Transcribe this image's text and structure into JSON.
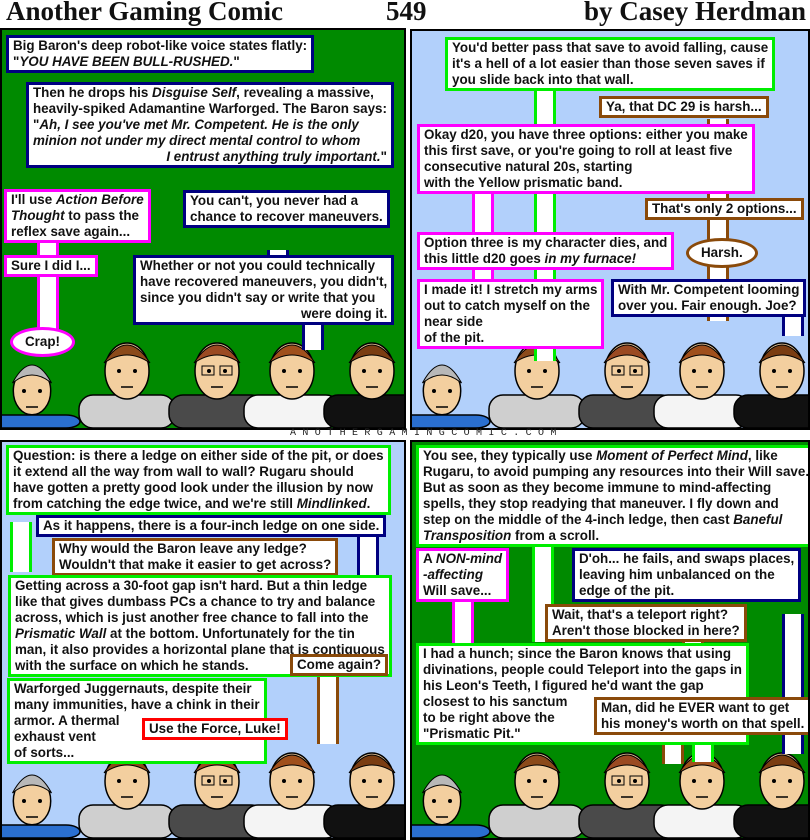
{
  "header": {
    "title": "Another Gaming Comic",
    "number": "549",
    "author": "by Casey Herdman"
  },
  "footer": {
    "site": "ANOTHERGAMINGCOMIC.COM"
  },
  "colors": {
    "navy": "#000080",
    "magenta": "#ff00ff",
    "lime": "#00ee00",
    "brown": "#8a4a0a",
    "red": "#ff0000",
    "panel_green": "#008a00",
    "panel_blue": "#b2d0fb"
  },
  "panels": [
    {
      "bubbles": [
        {
          "c": "navy",
          "lines": [
            "Big Baron's deep robot-like voice states flatly:",
            [
              {
                "t": "\""
              },
              {
                "t": "YOU HAVE BEEN BULL-RUSHED.",
                "i": 1
              },
              {
                "t": "\""
              }
            ]
          ]
        },
        {
          "c": "navy",
          "lines": [
            "Then he drops his ",
            [
              {
                "t": "Then he drops his "
              },
              {
                "t": "Disguise Self",
                "i": 1
              },
              {
                "t": ", revealing a massive,"
              }
            ],
            "heavily-spiked Adamantine Warforged. The Baron says:",
            [
              {
                "t": "\""
              },
              {
                "t": "Ah, I see you've met Mr. Competent. He is the only",
                "i": 1
              }
            ],
            [
              {
                "t": "minion not under my direct mental control to whom",
                "i": 1
              }
            ],
            [
              {
                "t": "I entrust anything truly important.",
                "i": 1
              },
              {
                "t": "\""
              }
            ]
          ],
          "skipFirst": true,
          "lastRight": true
        },
        {
          "c": "magenta",
          "lines": [
            [
              {
                "t": "I'll use "
              },
              {
                "t": "Action Before",
                "i": 1
              }
            ],
            [
              {
                "t": "Thought",
                "i": 1
              },
              {
                "t": " to pass the"
              }
            ],
            "reflex save again..."
          ]
        },
        {
          "c": "navy",
          "lines": [
            "You can't, you never had a",
            "chance to recover maneuvers."
          ]
        },
        {
          "c": "magenta",
          "lines": [
            "Sure I did I..."
          ]
        },
        {
          "c": "navy",
          "lines": [
            "Whether or not you could technically",
            "have recovered maneuvers, you didn't,",
            "since you didn't say or write that you",
            "were doing it."
          ],
          "lastRight": true
        },
        {
          "c": "magenta",
          "lines": [
            "Crap!"
          ],
          "oval": true
        }
      ]
    },
    {
      "bubbles": [
        {
          "c": "lime",
          "lines": [
            "You'd better pass that save to avoid falling, cause",
            "it's a hell of a lot easier than those seven saves if",
            "you slide back into that wall."
          ]
        },
        {
          "c": "brown",
          "lines": [
            "Ya, that DC 29 is harsh..."
          ]
        },
        {
          "c": "magenta",
          "lines": [
            "Okay d20, you have three options: either you make",
            "this first save, or you're going to roll at least five",
            "consecutive natural 20s, starting",
            "with the Yellow prismatic band."
          ]
        },
        {
          "c": "brown",
          "lines": [
            "That's only 2 options..."
          ]
        },
        {
          "c": "magenta",
          "lines": [
            "Option three is my character dies, and",
            [
              {
                "t": "this little d20 goes "
              },
              {
                "t": "in my furnace!",
                "i": 1
              }
            ]
          ]
        },
        {
          "c": "brown",
          "lines": [
            "Harsh."
          ],
          "oval": true
        },
        {
          "c": "magenta",
          "lines": [
            "I made it! I stretch my arms",
            "out to catch myself on the",
            "near side",
            "of the pit."
          ]
        },
        {
          "c": "navy",
          "lines": [
            "With Mr. Competent looming",
            "over you. Fair enough. Joe?"
          ]
        }
      ]
    },
    {
      "bubbles": [
        {
          "c": "lime",
          "lines": [
            "Question: is there a ledge on either side of the pit, or does",
            "it extend all the way from wall to wall? Rugaru should",
            "have gotten a pretty good look under the illusion by now",
            [
              {
                "t": "from catching the edge twice, and we're still "
              },
              {
                "t": "Mindlinked",
                "i": 1
              },
              {
                "t": "."
              }
            ]
          ]
        },
        {
          "c": "navy",
          "lines": [
            "As it happens, there is a four-inch ledge on one side."
          ]
        },
        {
          "c": "brown",
          "lines": [
            "Why would the Baron leave any ledge?",
            "Wouldn't that make it easier to get across?"
          ]
        },
        {
          "c": "lime",
          "lines": [
            "Getting across a 30-foot gap isn't hard. But a thin ledge",
            "like that gives dumbass PCs a chance to try and balance",
            "across, which is just another free chance to fall into the",
            [
              {
                "t": "Prismatic Wall",
                "i": 1
              },
              {
                "t": " at the bottom. Unfortunately for the tin"
              }
            ],
            "man, it also provides a horizontal plane that is contiguous",
            "with the surface on which he stands."
          ]
        },
        {
          "c": "brown",
          "lines": [
            "Come again?"
          ]
        },
        {
          "c": "lime",
          "lines": [
            "Warforged Juggernauts, despite their",
            "many immunities, have a chink in their",
            "armor. A thermal",
            "exhaust vent",
            "of sorts..."
          ]
        },
        {
          "c": "red",
          "lines": [
            "Use the Force, Luke!"
          ]
        }
      ]
    },
    {
      "bubbles": [
        {
          "c": "lime",
          "lines": [
            [
              {
                "t": "You see, they typically use "
              },
              {
                "t": "Moment of Perfect Mind",
                "i": 1
              },
              {
                "t": ", like"
              }
            ],
            "Rugaru, to avoid pumping any resources into their Will save.",
            "But as soon as they become immune to mind-affecting",
            "spells, they stop readying that maneuver. I fly down and",
            [
              {
                "t": "step on the middle of the 4-inch ledge, then cast "
              },
              {
                "t": "Baneful",
                "i": 1
              }
            ],
            [
              {
                "t": "Transposition",
                "i": 1
              },
              {
                "t": " from a scroll."
              }
            ]
          ]
        },
        {
          "c": "magenta",
          "lines": [
            [
              {
                "t": "A "
              },
              {
                "t": "NON-mind",
                "i": 1
              }
            ],
            [
              {
                "t": "-affecting",
                "i": 1
              }
            ],
            "Will save..."
          ]
        },
        {
          "c": "navy",
          "lines": [
            "D'oh... he fails, and swaps places,",
            "leaving him unbalanced on the",
            "edge of the pit."
          ]
        },
        {
          "c": "brown",
          "lines": [
            "Wait, that's a teleport right?",
            "Aren't those blocked in here?"
          ]
        },
        {
          "c": "lime",
          "lines": [
            "I had a hunch; since the Baron knows that using",
            "divinations, people could Teleport into the gaps in",
            "his Leon's Teeth, I figured he'd want the gap",
            "closest to his sanctum",
            "to be right above the",
            "\"Prismatic Pit.\""
          ]
        },
        {
          "c": "brown",
          "lines": [
            "Man, did he EVER want to get",
            "his money's worth on that spell."
          ]
        }
      ]
    }
  ]
}
